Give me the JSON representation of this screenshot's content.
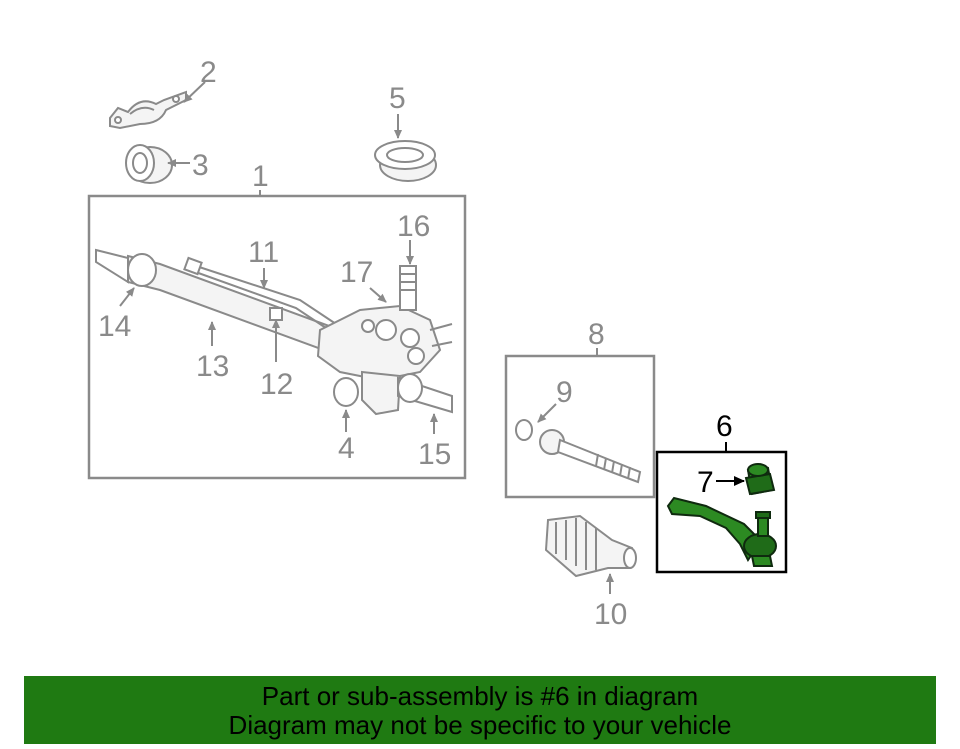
{
  "colors": {
    "highlight": "#2c8a22",
    "banner": "#1f7a12",
    "gray": "#8a8a8a"
  },
  "callouts": {
    "c1": "1",
    "c2": "2",
    "c3": "3",
    "c4": "4",
    "c5": "5",
    "c6": "6",
    "c7": "7",
    "c8": "8",
    "c9": "9",
    "c10": "10",
    "c11": "11",
    "c12": "12",
    "c13": "13",
    "c14": "14",
    "c15": "15",
    "c16": "16",
    "c17": "17"
  },
  "banner": {
    "line1": "Part or sub-assembly is #6 in diagram",
    "line2": "Diagram may not be specific to your vehicle"
  }
}
